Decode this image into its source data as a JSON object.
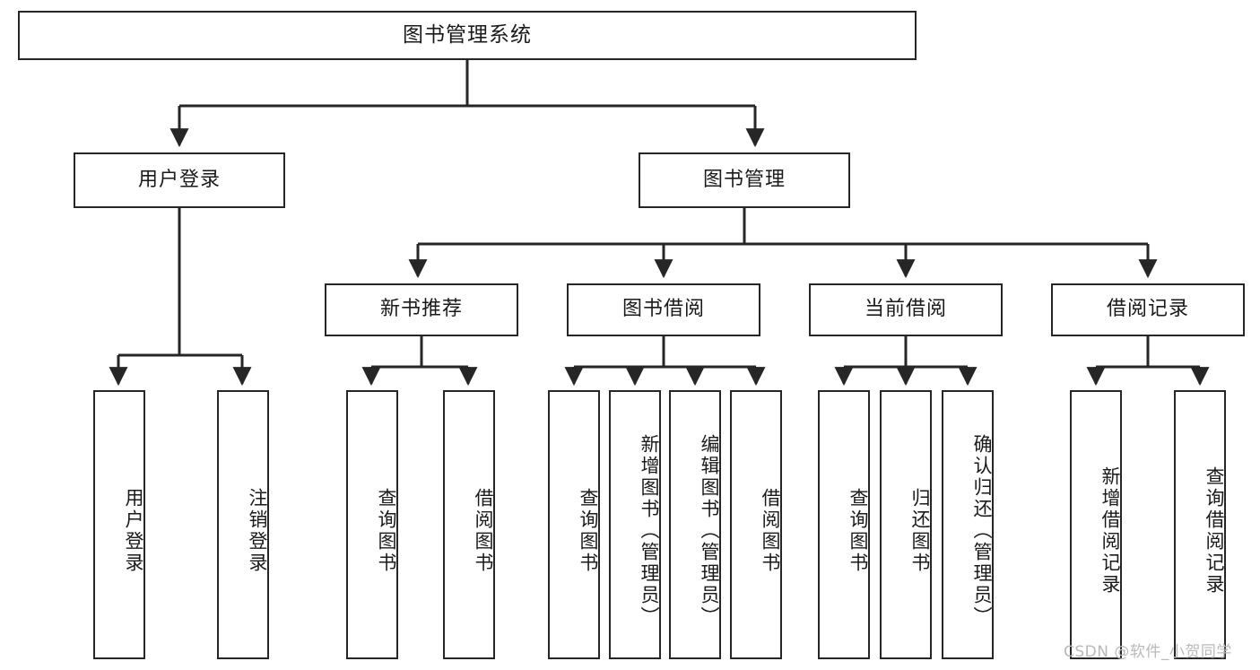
{
  "diagram": {
    "type": "tree",
    "title": "图书管理系统",
    "root": {
      "label": "图书管理系统"
    },
    "level2": [
      {
        "label": "用户登录"
      },
      {
        "label": "图书管理"
      }
    ],
    "level3": [
      {
        "label": "新书推荐"
      },
      {
        "label": "图书借阅"
      },
      {
        "label": "当前借阅"
      },
      {
        "label": "借阅记录"
      }
    ],
    "leaves": {
      "user_login": [
        {
          "label": "用户登录"
        },
        {
          "label": "注销登录"
        }
      ],
      "new_book_recommend": [
        {
          "label": "查询图书"
        },
        {
          "label": "借阅图书"
        }
      ],
      "book_borrow": [
        {
          "label": "查询图书"
        },
        {
          "label": "新增图书（管理员）"
        },
        {
          "label": "编辑图书（管理员）"
        },
        {
          "label": "借阅图书"
        }
      ],
      "current_borrow": [
        {
          "label": "查询图书"
        },
        {
          "label": "归还图书"
        },
        {
          "label": "确认归还（管理员）"
        }
      ],
      "borrow_record": [
        {
          "label": "新增借阅记录"
        },
        {
          "label": "查询借阅记录"
        }
      ]
    }
  },
  "watermark": {
    "text": "CSDN @软件_小贺同学"
  },
  "colors": {
    "border": "#262626",
    "text": "#1a1a1a",
    "background": "#ffffff",
    "watermark": "#b9b9b9"
  }
}
